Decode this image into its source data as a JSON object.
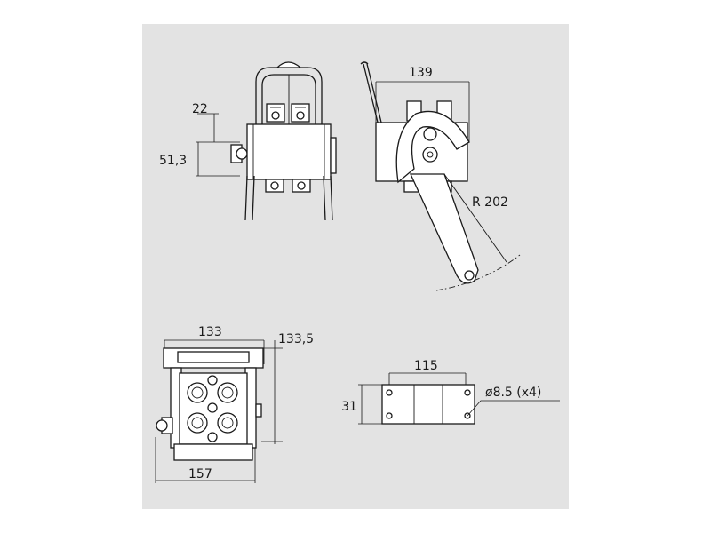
{
  "drawing": {
    "front_view": {
      "dim_top": "22",
      "dim_side": "51,3"
    },
    "side_view": {
      "dim_width": "139",
      "dim_radius": "R 202"
    },
    "rear_view": {
      "dim_width": "133",
      "dim_height": "133,5",
      "dim_bottom": "157"
    },
    "base_view": {
      "dim_length": "115",
      "dim_height": "31",
      "dim_holes": "ø8.5 (x4)"
    }
  },
  "colors": {
    "background": "#e3e3e3",
    "line": "#1a1a1a",
    "part_fill": "#ffffff"
  }
}
